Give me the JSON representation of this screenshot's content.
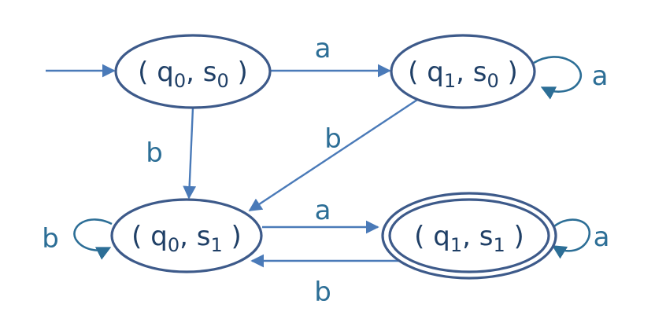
{
  "states": [
    {
      "id": "q0s0",
      "q": "q",
      "q_sub": "0",
      "s": "s",
      "s_sub": "0",
      "initial": true,
      "accepting": false
    },
    {
      "id": "q1s0",
      "q": "q",
      "q_sub": "1",
      "s": "s",
      "s_sub": "0",
      "initial": false,
      "accepting": false
    },
    {
      "id": "q0s1",
      "q": "q",
      "q_sub": "0",
      "s": "s",
      "s_sub": "1",
      "initial": false,
      "accepting": false
    },
    {
      "id": "q1s1",
      "q": "q",
      "q_sub": "1",
      "s": "s",
      "s_sub": "1",
      "initial": false,
      "accepting": true
    }
  ],
  "transitions": [
    {
      "from": "q0s0",
      "to": "q1s0",
      "label": "a"
    },
    {
      "from": "q0s0",
      "to": "q0s1",
      "label": "b"
    },
    {
      "from": "q1s0",
      "to": "q1s0",
      "label": "a"
    },
    {
      "from": "q1s0",
      "to": "q0s1",
      "label": "b"
    },
    {
      "from": "q0s1",
      "to": "q0s1",
      "label": "b"
    },
    {
      "from": "q0s1",
      "to": "q1s1",
      "label": "a"
    },
    {
      "from": "q1s1",
      "to": "q0s1",
      "label": "b"
    },
    {
      "from": "q1s1",
      "to": "q1s1",
      "label": "a"
    }
  ],
  "colors": {
    "state_border": "#3d5a8a",
    "edge": "#4a7ab8",
    "loop": "#2c6e96",
    "label": "#2c6e96",
    "state_text": "#1f3f66"
  }
}
